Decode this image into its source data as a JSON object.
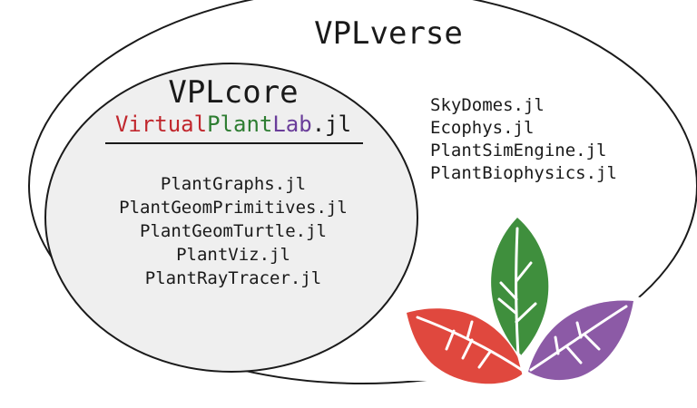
{
  "diagram": {
    "outer_title": "VPLverse",
    "core": {
      "title": "VPLcore",
      "subtitle_parts": [
        {
          "text": "Virtual",
          "color": "#c1272d"
        },
        {
          "text": "Plant",
          "color": "#2e7d32"
        },
        {
          "text": "Lab",
          "color": "#6a3d9a"
        },
        {
          "text": ".jl",
          "color": "#1a1a1a"
        }
      ],
      "packages": [
        "PlantGraphs.jl",
        "PlantGeomPrimitives.jl",
        "PlantGeomTurtle.jl",
        "PlantViz.jl",
        "PlantRayTracer.jl"
      ],
      "fill_color": "#efefef"
    },
    "ecosystem_packages": [
      "SkyDomes.jl",
      "Ecophys.jl",
      "PlantSimEngine.jl",
      "PlantBiophysics.jl"
    ],
    "logo": {
      "icon": "three-leaf-logo-icon",
      "colors": {
        "red_leaf": "#e0483e",
        "green_leaf": "#3f8f3d",
        "purple_leaf": "#8c5aa6"
      }
    }
  }
}
